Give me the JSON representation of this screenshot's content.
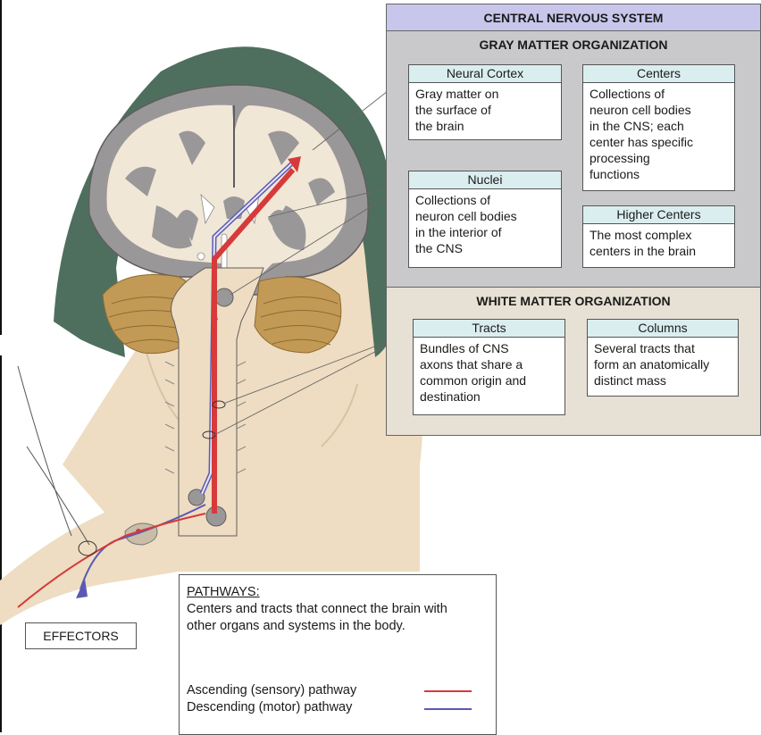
{
  "diagram": {
    "cns_title": "CENTRAL NERVOUS SYSTEM",
    "gray_matter": {
      "title": "GRAY MATTER ORGANIZATION",
      "neural_cortex": {
        "title": "Neural Cortex",
        "text": "Gray matter on\nthe surface of\nthe brain"
      },
      "centers": {
        "title": "Centers",
        "text": "Collections of\nneuron cell bodies\nin the CNS; each\ncenter has specific\nprocessing\nfunctions"
      },
      "nuclei": {
        "title": "Nuclei",
        "text": "Collections of\nneuron cell bodies\nin the interior of\nthe CNS"
      },
      "higher_centers": {
        "title": "Higher Centers",
        "text": "The most complex\ncenters in the brain"
      }
    },
    "white_matter": {
      "title": "WHITE MATTER ORGANIZATION",
      "tracts": {
        "title": "Tracts",
        "text": "Bundles of CNS\naxons that share a\ncommon origin and\ndestination"
      },
      "columns": {
        "title": "Columns",
        "text": "Several tracts that\nform an anatomically\ndistinct mass"
      }
    },
    "effectors_label": "EFFECTORS",
    "pathways": {
      "title": "PATHWAYS:",
      "description": "Centers and tracts that connect the brain with other organs and systems in the body.",
      "ascending_label": "Ascending (sensory) pathway",
      "descending_label": "Descending (motor) pathway"
    },
    "colors": {
      "ascending": "#d63a3a",
      "descending": "#5a5ab4",
      "hair": "#4f6f5e",
      "skin": "#eeddc2",
      "gray_matter": "#9a9799",
      "cerebellum": "#c29a55",
      "panel_gray": "#c9c9cb",
      "panel_title": "#c9c6ec",
      "white_section": "#e6e1d4",
      "box_header": "#dbeeef"
    }
  }
}
